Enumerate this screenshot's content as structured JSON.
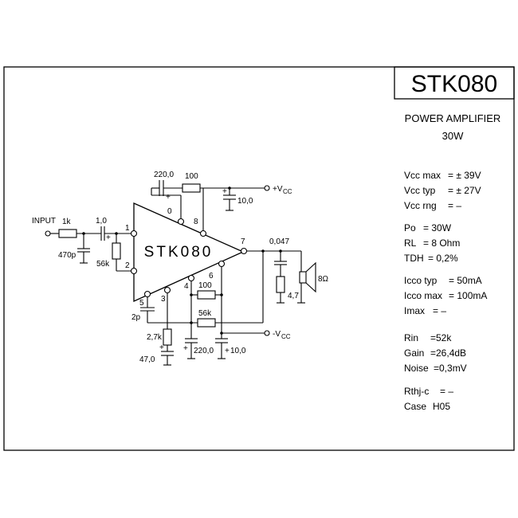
{
  "part": "STK080",
  "subtitle": {
    "line1": "POWER AMPLIFIER",
    "line2": "30W"
  },
  "chip_label": "STK080",
  "pins": [
    "1",
    "2",
    "3",
    "4",
    "5",
    "6",
    "7",
    "8",
    "0"
  ],
  "components": {
    "c_220_top": "220,0",
    "r_100_top": "100",
    "c_10_vcc": "10,0",
    "vcc_plus": "+V",
    "vcc_plus_sub": "CC",
    "input": "INPUT",
    "r_1k": "1k",
    "c_1_0": "1,0",
    "c_470p": "470p",
    "r_56k_in": "56k",
    "c_0047": "0,047",
    "r_4_7": "4,7",
    "speaker": "8Ω",
    "c_2p": "2p",
    "r_100_fb": "100",
    "r_56k_fb": "56k",
    "r_2_7k": "2,7k",
    "c_47": "47,0",
    "c_220_bot": "220,0",
    "c_10_bot": "10,0",
    "vcc_minus": "-V",
    "vcc_minus_sub": "CC",
    "plus_sign": "+"
  },
  "specs": [
    {
      "label": "Vcc max",
      "value": "= ± 39V"
    },
    {
      "label": "Vcc typ",
      "value": "= ± 27V"
    },
    {
      "label": "Vcc rng",
      "value": "=   –"
    },
    {
      "label": "Po",
      "value": "=  30W"
    },
    {
      "label": "RL",
      "value": "=  8 Ohm"
    },
    {
      "label": "TDH",
      "value": "= 0,2%"
    },
    {
      "label": "Icco typ",
      "value": "= 50mA"
    },
    {
      "label": "Icco max",
      "value": "= 100mA"
    },
    {
      "label": "Imax",
      "value": "=   –"
    },
    {
      "label": "Rin",
      "value": "=52k"
    },
    {
      "label": "Gain",
      "value": "=26,4dB"
    },
    {
      "label": "Noise",
      "value": "=0,3mV"
    },
    {
      "label": "Rthj-c",
      "value": "= –"
    },
    {
      "label": "Case",
      "value": "H05"
    }
  ]
}
